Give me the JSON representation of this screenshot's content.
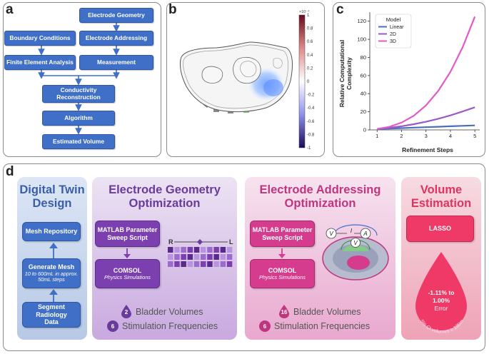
{
  "panel_labels": {
    "a": "a",
    "b": "b",
    "c": "c",
    "d": "d"
  },
  "flowchart": {
    "electrode_geometry": "Electrode Geometry",
    "boundary_conditions": "Boundary Conditions",
    "electrode_addressing": "Electrode Addressing",
    "finite_element_analysis": "Finite Element Analysis",
    "measurement": "Measurement",
    "conductivity_line1": "Conductivity",
    "conductivity_line2": "Reconstruction",
    "algorithm": "Algorithm",
    "estimated_volume": "Estimated Volume"
  },
  "colorbar": {
    "exponent": "×10⁻⁴",
    "ticks": [
      "1",
      "0.8",
      "0.6",
      "0.4",
      "0.2",
      "0",
      "-0.2",
      "-0.4",
      "-0.6",
      "-0.8",
      "-1"
    ],
    "colors": {
      "max": "#6b0a1d",
      "mid": "#ffffff",
      "min": "#1b0a5a"
    }
  },
  "chart_data": {
    "type": "line",
    "xlabel": "Refinement Steps",
    "ylabel_line1": "Relative Computational",
    "ylabel_line2": "Complexity",
    "xlim": [
      0.7,
      5.2
    ],
    "ylim": [
      0,
      130
    ],
    "xticks": [
      "1",
      "2",
      "3",
      "4",
      "5"
    ],
    "yticks": [
      "0",
      "20",
      "40",
      "60",
      "80",
      "100",
      "120"
    ],
    "x": [
      1,
      1.5,
      2,
      2.5,
      3,
      3.5,
      4,
      4.5,
      5
    ],
    "legend_title": "Model",
    "legend_position": "upper-left",
    "series": [
      {
        "name": "Linear",
        "color": "#4a6fb8",
        "values": [
          1,
          1.5,
          2,
          2.5,
          3,
          3.5,
          4,
          4.5,
          5
        ]
      },
      {
        "name": "2D",
        "color": "#9b59c8",
        "values": [
          1,
          2.3,
          4,
          6.3,
          9,
          12.3,
          16,
          20.3,
          25
        ]
      },
      {
        "name": "3D",
        "color": "#e15ac9",
        "values": [
          1,
          3.4,
          8,
          15.6,
          27,
          42.9,
          64,
          91.1,
          125
        ]
      }
    ]
  },
  "digital_twin": {
    "title_line1": "Digital Twin",
    "title_line2": "Design",
    "mesh_repository": "Mesh Repository",
    "generate_mesh": "Generate Mesh",
    "generate_mesh_sub1": "10 to 600mL in approx.",
    "generate_mesh_sub2": "50mL steps",
    "segment_line1": "Segment Radiology",
    "segment_line2": "Data"
  },
  "geometry": {
    "title_line1": "Electrode Geometry",
    "title_line2": "Optimization",
    "script_line1": "MATLAB Parameter",
    "script_line2": "Sweep Script",
    "comsol": "COMSOL",
    "comsol_sub": "Physics Simulations",
    "label_r": "R",
    "label_l": "L",
    "bladder_count": "2",
    "bladder_text": "Bladder Volumes",
    "freq_count": "6",
    "freq_text": "Stimulation Frequencies"
  },
  "addressing": {
    "title_line1": "Electrode Addressing",
    "title_line2": "Optimization",
    "script_line1": "MATLAB Parameter",
    "script_line2": "Sweep Script",
    "comsol": "COMSOL",
    "comsol_sub": "Physics Simulations",
    "v_label": "V",
    "i_label": "I",
    "a_label": "A",
    "bladder_count": "16",
    "bladder_text": "Bladder Volumes",
    "freq_count": "6",
    "freq_text": "Stimulation Frequencies"
  },
  "volume": {
    "title_line1": "Volume",
    "title_line2": "Estimation",
    "lasso": "LASSO",
    "error_line1": "-1.11% to",
    "error_line2": "1.00%",
    "error_line3": "Error",
    "curved_text": "95% CI volumes ≥ 100mL"
  }
}
